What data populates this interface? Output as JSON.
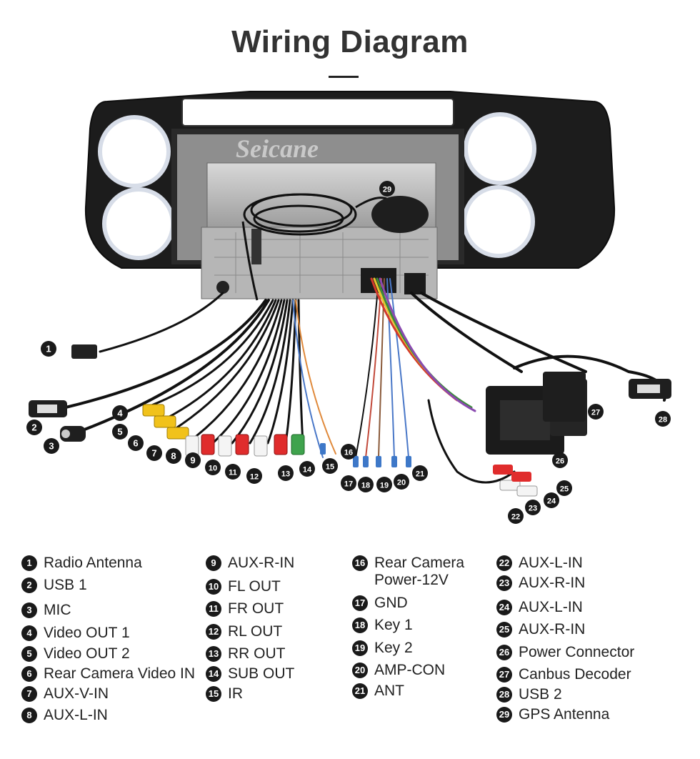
{
  "title": "Wiring Diagram",
  "brand": "Seicane",
  "legend": {
    "col1": [
      {
        "num": "1",
        "label": "Radio Antenna"
      },
      {
        "num": "2",
        "label": "USB 1"
      },
      {
        "num": "3",
        "label": "MIC"
      },
      {
        "num": "4",
        "label": "Video OUT 1"
      },
      {
        "num": "5",
        "label": "Video OUT 2"
      },
      {
        "num": "6",
        "label": "Rear Camera Video IN"
      },
      {
        "num": "7",
        "label": "AUX-V-IN"
      },
      {
        "num": "8",
        "label": "AUX-L-IN"
      }
    ],
    "col2": [
      {
        "num": "9",
        "label": "AUX-R-IN"
      },
      {
        "num": "10",
        "label": "FL OUT"
      },
      {
        "num": "11",
        "label": "FR OUT"
      },
      {
        "num": "12",
        "label": "RL OUT"
      },
      {
        "num": "13",
        "label": "RR OUT"
      },
      {
        "num": "14",
        "label": "SUB OUT"
      },
      {
        "num": "15",
        "label": "IR"
      }
    ],
    "col3": [
      {
        "num": "16",
        "label": "Rear Camera",
        "label2": "Power-12V"
      },
      {
        "num": "17",
        "label": "GND"
      },
      {
        "num": "18",
        "label": "Key 1"
      },
      {
        "num": "19",
        "label": "Key 2"
      },
      {
        "num": "20",
        "label": "AMP-CON"
      },
      {
        "num": "21",
        "label": "ANT"
      }
    ],
    "col4": [
      {
        "num": "22",
        "label": "AUX-L-IN"
      },
      {
        "num": "23",
        "label": "AUX-R-IN"
      },
      {
        "num": "24",
        "label": "AUX-L-IN"
      },
      {
        "num": "25",
        "label": "AUX-R-IN"
      },
      {
        "num": "26",
        "label": "Power Connector"
      },
      {
        "num": "27",
        "label": "Canbus Decoder"
      },
      {
        "num": "28",
        "label": "USB 2"
      },
      {
        "num": "29",
        "label": "GPS Antenna"
      }
    ]
  },
  "markers": [
    "1",
    "2",
    "3",
    "4",
    "5",
    "6",
    "7",
    "8",
    "9",
    "10",
    "11",
    "12",
    "13",
    "14",
    "15",
    "16",
    "17",
    "18",
    "19",
    "20",
    "21",
    "22",
    "23",
    "24",
    "25",
    "26",
    "27",
    "28",
    "29"
  ]
}
